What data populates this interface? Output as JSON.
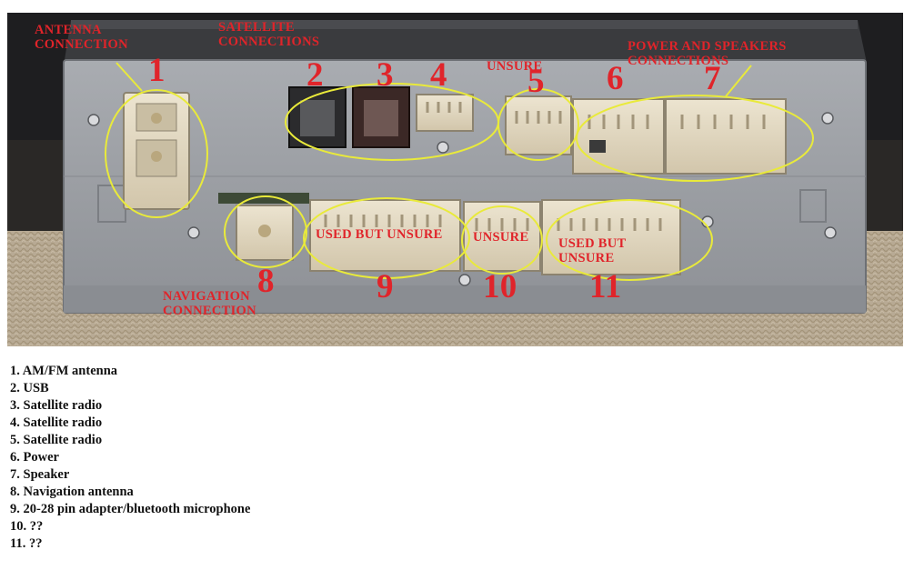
{
  "photo": {
    "labels": {
      "antenna": "ANTENNA CONNECTION",
      "satellite": "SATELLITE CONNECTIONS",
      "unsure_5": "UNSURE",
      "power_speakers": "POWER AND SPEAKERS CONNECTIONS",
      "used_unsure_9": "USED BUT UNSURE",
      "unsure_10": "UNSURE",
      "used_unsure_11": "USED BUT UNSURE",
      "navigation": "NAVIGATION CONNECTION"
    },
    "numbers": [
      "1",
      "2",
      "3",
      "4",
      "5",
      "6",
      "7",
      "8",
      "9",
      "10",
      "11"
    ]
  },
  "legend": [
    "1. AM/FM antenna",
    "2. USB",
    "3. Satellite radio",
    "4. Satellite radio",
    "5. Satellite radio",
    "6. Power",
    "7. Speaker",
    "8. Navigation antenna",
    "9. 20-28 pin adapter/bluetooth microphone",
    "10. ??",
    "11. ??"
  ],
  "colors": {
    "label_red": "#e0242a",
    "highlight_yellow": "#e9ea3a",
    "chassis_gray": "#9ea1a6",
    "connector_beige": "#e5dcc6",
    "carpet": "#b5a691"
  }
}
